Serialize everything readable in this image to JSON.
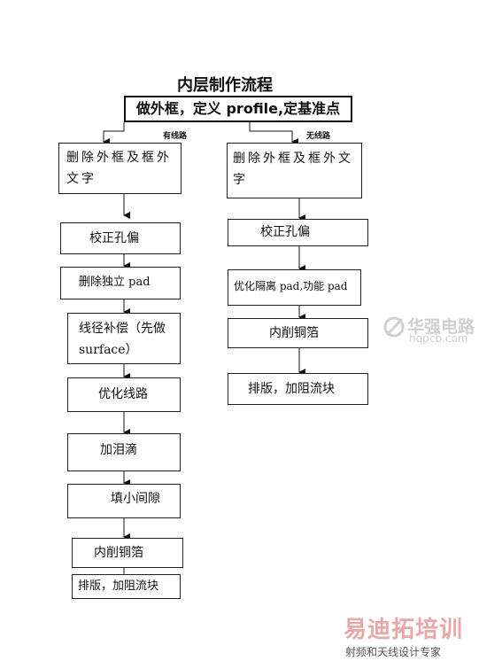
{
  "title": "内层制作流程",
  "header_box": "做外框，定义 profile,定基准点",
  "branch_left": "有线路",
  "branch_right": "无线路",
  "left_steps": [
    "删除外框及框外文字",
    "校正孔偏",
    "删除独立 pad",
    "线径补偿（先做surface）",
    "优化线路",
    "加泪滴",
    "填小间隙",
    "内削铜箔",
    "排版，加阻流块"
  ],
  "right_steps": [
    "删除外框及框外文字",
    "校正孔偏",
    "优化隔离 pad,功能 pad",
    "内削铜箔",
    "排版，加阻流块"
  ],
  "watermarks": {
    "site_cn": "华强电路",
    "site_url": "hqpcb.com",
    "brand": "易迪拓培训",
    "brand_sub": "射频和天线设计专家"
  }
}
